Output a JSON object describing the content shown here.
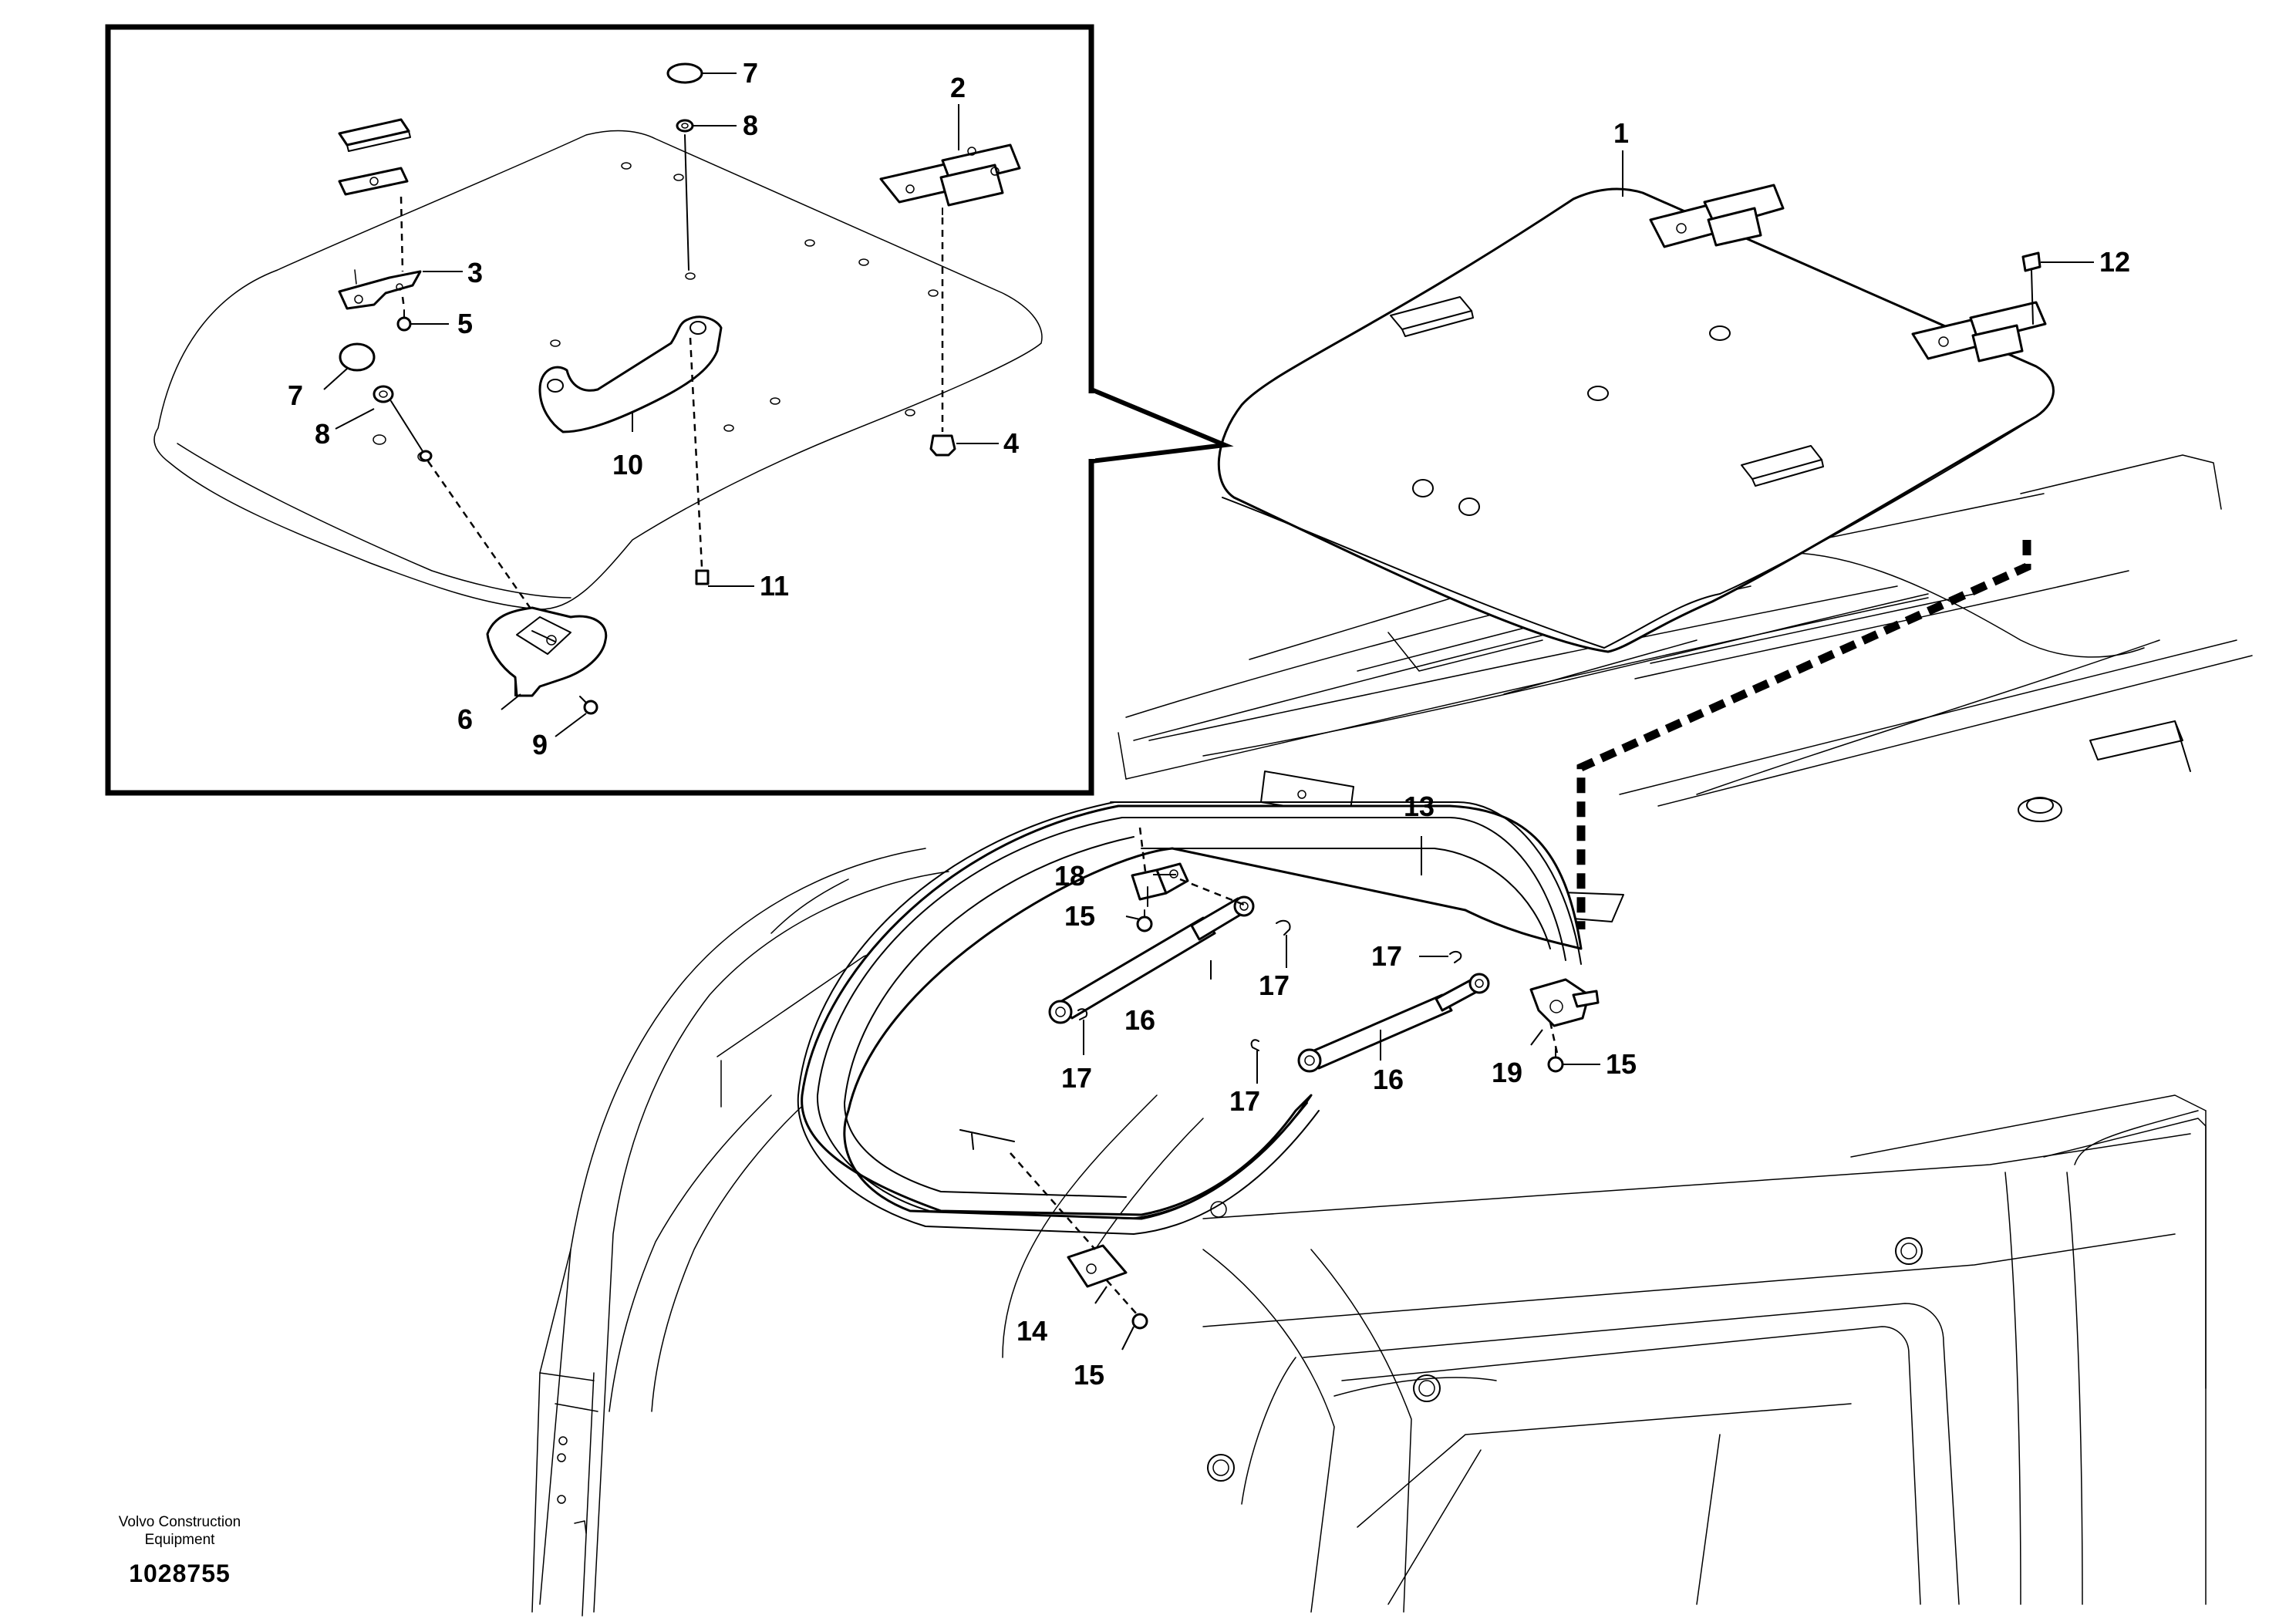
{
  "footer": {
    "brand_line1": "Volvo Construction",
    "brand_line2": "Equipment",
    "doc_number": "1028755"
  },
  "callouts": {
    "c1": "1",
    "c2": "2",
    "c3": "3",
    "c4": "4",
    "c5": "5",
    "c6": "6",
    "c7a": "7",
    "c7b": "7",
    "c8a": "8",
    "c8b": "8",
    "c9": "9",
    "c10": "10",
    "c11": "11",
    "c12": "12",
    "c13": "13",
    "c14": "14",
    "c15a": "15",
    "c15b": "15",
    "c15c": "15",
    "c16a": "16",
    "c16b": "16",
    "c17a": "17",
    "c17b": "17",
    "c17c": "17",
    "c17d": "17",
    "c18": "18",
    "c19": "19"
  }
}
